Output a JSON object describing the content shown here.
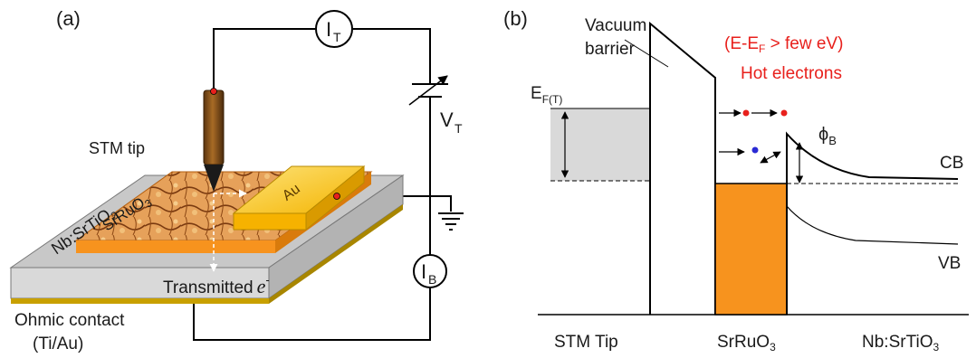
{
  "panel_a": {
    "label": "(a)",
    "current_meter_top": {
      "symbol": "I",
      "subscript": "T"
    },
    "voltage_source": {
      "symbol": "V",
      "subscript": "T"
    },
    "current_meter_bottom": {
      "symbol": "I",
      "subscript": "B"
    },
    "stm_tip_label": "STM tip",
    "substrate_label": "Nb:SrTiO",
    "substrate_subscript": "3",
    "film_label": "SrRuO",
    "film_subscript": "3",
    "electrode_label": "Au",
    "transmitted_label": "Transmitted",
    "transmitted_symbol": "e",
    "transmitted_superscript": "-",
    "ohmic_line1": "Ohmic contact",
    "ohmic_line2": "(Ti/Au)"
  },
  "panel_b": {
    "label": "(b)",
    "vacuum_line1": "Vacuum",
    "vacuum_line2": "barrier",
    "condition_prefix": "(E-E",
    "condition_sub": "F",
    "condition_suffix": " > few eV)",
    "hot_electrons": "Hot electrons",
    "fermi_symbol": "E",
    "fermi_sub": "F(T)",
    "phi_symbol": "ϕ",
    "phi_sub": "B",
    "cb_label": "CB",
    "vb_label": "VB",
    "x_labels": {
      "tip": "STM Tip",
      "metal": "SrRuO",
      "metal_sub": "3",
      "semi": "Nb:SrTiO",
      "semi_sub": "3"
    }
  },
  "colors": {
    "orange": "#f7931e",
    "gray_fill": "#d9d9d9",
    "au_yellow": "#f7c21a",
    "hot_red": "#e8201c",
    "electron_blue": "#2a2ad4",
    "tip_brown": "#8b5a1b"
  }
}
